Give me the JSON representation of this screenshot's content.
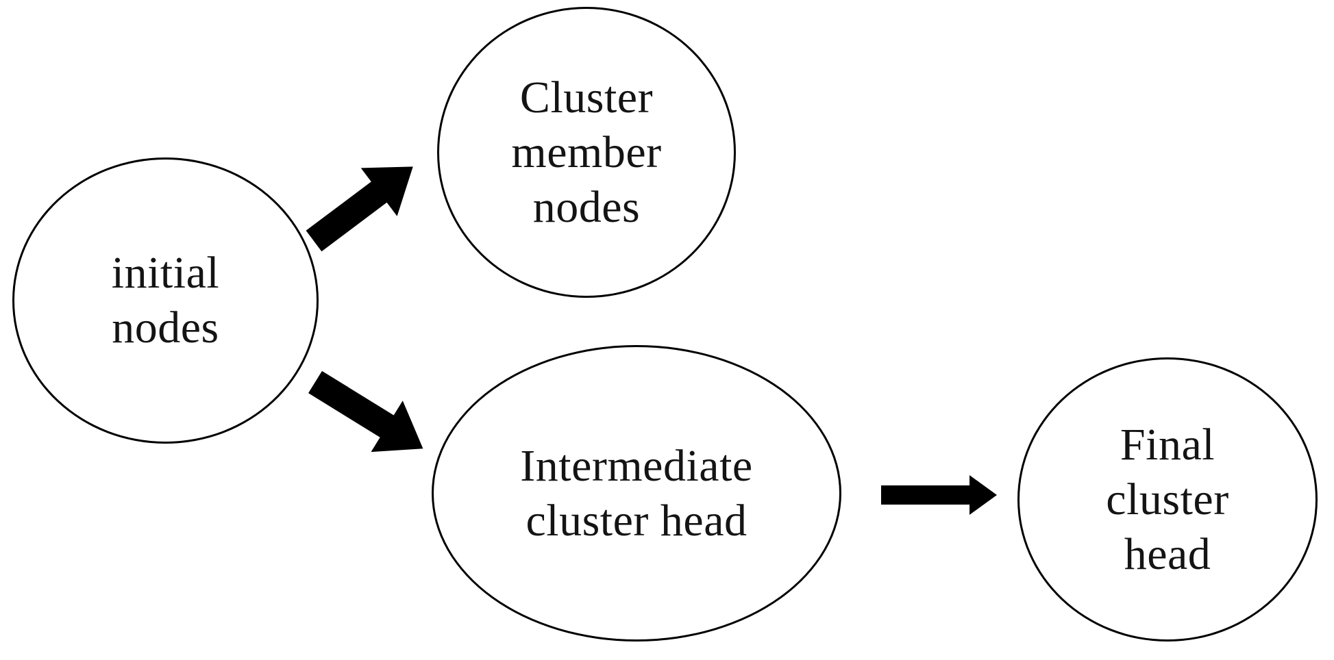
{
  "diagram": {
    "background_color": "#ffffff",
    "outline_color": "#000000",
    "text_color": "#141414",
    "arrow_color": "#000000",
    "nodes": [
      {
        "id": "initial-nodes",
        "shape": "circle",
        "label": "initial\nnodes"
      },
      {
        "id": "cluster-member-nodes",
        "shape": "circle",
        "label": "Cluster\nmember\nnodes"
      },
      {
        "id": "intermediate-cluster-head",
        "shape": "ellipse",
        "label": "Intermediate\ncluster head"
      },
      {
        "id": "final-cluster-head",
        "shape": "circle",
        "label": "Final\ncluster\nhead"
      }
    ],
    "edges": [
      {
        "from": "initial-nodes",
        "to": "cluster-member-nodes",
        "style": "thick-block-arrow"
      },
      {
        "from": "initial-nodes",
        "to": "intermediate-cluster-head",
        "style": "thick-block-arrow"
      },
      {
        "from": "intermediate-cluster-head",
        "to": "final-cluster-head",
        "style": "thick-block-arrow"
      }
    ]
  }
}
